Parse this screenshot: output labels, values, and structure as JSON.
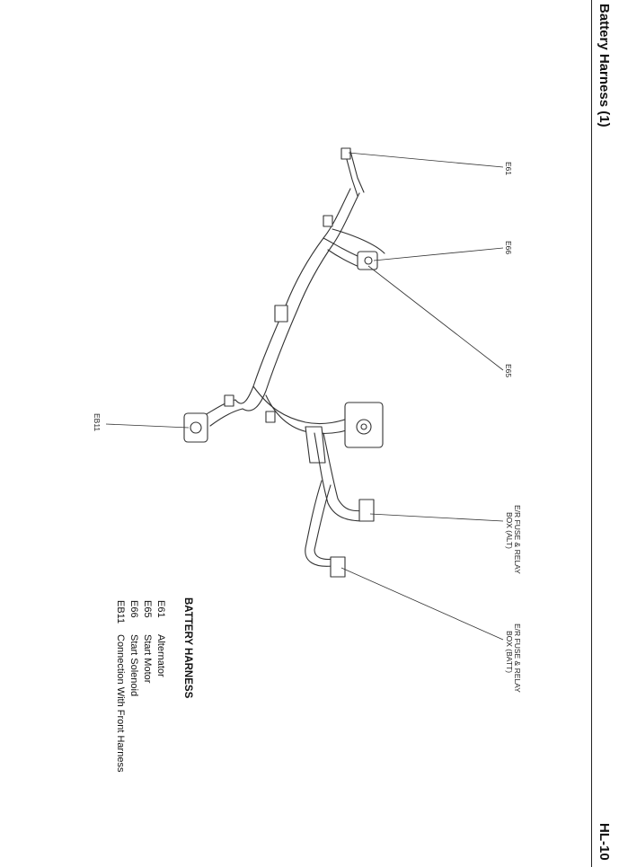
{
  "header": {
    "title": "Battery Harness (1)",
    "page_number": "HL-10"
  },
  "callouts": {
    "e61": "E61",
    "e66": "E66",
    "e65": "E65",
    "eb11": "EB11",
    "er_alt_line1": "E/R FUSE & RELAY",
    "er_alt_line2": "BOX (ALT)",
    "er_batt_line1": "E/R FUSE & RELAY",
    "er_batt_line2": "BOX (BATT)"
  },
  "legend": {
    "title": "BATTERY HARNESS",
    "items": [
      {
        "code": "E61",
        "desc": "Alternator"
      },
      {
        "code": "E65",
        "desc": "Start Motor"
      },
      {
        "code": "E66",
        "desc": "Start Solenoid"
      },
      {
        "code": "EB11",
        "desc": "Connection With Front Harness"
      }
    ]
  }
}
